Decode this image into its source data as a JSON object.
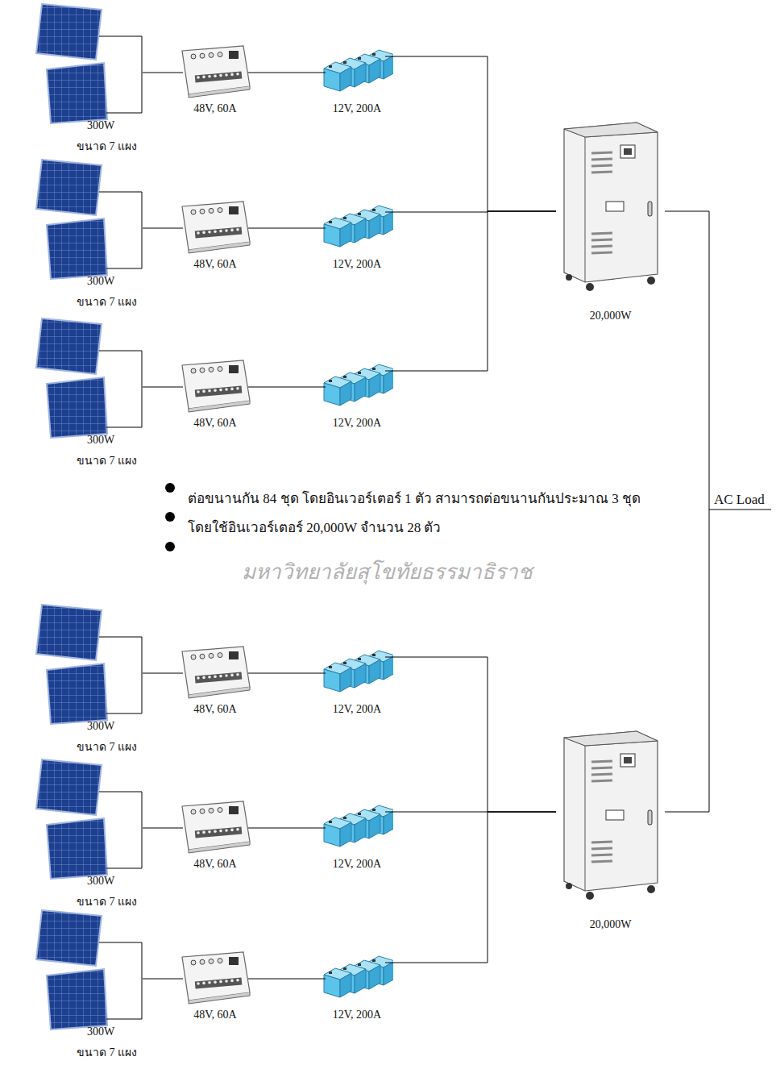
{
  "diagram": {
    "nodes": [
      {
        "text": [
          "300W",
          "ขนาด 7 แผง"
        ]
      },
      {
        "text": [
          "48V, 60A"
        ]
      },
      {
        "text": [
          "12V, 200A"
        ]
      },
      {
        "text": [
          "300W",
          "ขนาด 7 แผง"
        ]
      },
      {
        "text": [
          "48V, 60A"
        ]
      },
      {
        "text": [
          "12V, 200A"
        ]
      },
      {
        "text": [
          "300W",
          "ขนาด 7 แผง"
        ]
      },
      {
        "text": [
          "48V, 60A"
        ]
      },
      {
        "text": [
          "12V, 200A"
        ]
      },
      {
        "text": [
          "20,000W"
        ]
      },
      {
        "text": [
          "300W",
          "ขนาด 7 แผง"
        ]
      },
      {
        "text": [
          "48V, 60A"
        ]
      },
      {
        "text": [
          "12V, 200A"
        ]
      },
      {
        "text": [
          "300W",
          "ขนาด 7 แผง"
        ]
      },
      {
        "text": [
          "48V, 60A"
        ]
      },
      {
        "text": [
          "12V, 200A"
        ]
      },
      {
        "text": [
          "300W",
          "ขนาด 7 แผง"
        ]
      },
      {
        "text": [
          "48V, 60A"
        ]
      },
      {
        "text": [
          "12V, 200A"
        ]
      },
      {
        "text": [
          "20,000W"
        ]
      }
    ],
    "edges": [
      {
        "from": 0,
        "to": 1,
        "arrow": "none"
      },
      {
        "from": 1,
        "to": 2,
        "arrow": "none"
      },
      {
        "from": 2,
        "to": 9,
        "arrow": "none"
      },
      {
        "from": 3,
        "to": 4,
        "arrow": "none"
      },
      {
        "from": 4,
        "to": 5,
        "arrow": "none"
      },
      {
        "from": 5,
        "to": 9,
        "arrow": "none"
      },
      {
        "from": 6,
        "to": 7,
        "arrow": "none"
      },
      {
        "from": 7,
        "to": 8,
        "arrow": "none"
      },
      {
        "from": 8,
        "to": 9,
        "arrow": "none"
      },
      {
        "from": 10,
        "to": 11,
        "arrow": "none"
      },
      {
        "from": 11,
        "to": 12,
        "arrow": "none"
      },
      {
        "from": 12,
        "to": 19,
        "arrow": "none"
      },
      {
        "from": 13,
        "to": 14,
        "arrow": "none"
      },
      {
        "from": 14,
        "to": 15,
        "arrow": "none"
      },
      {
        "from": 15,
        "to": 19,
        "arrow": "none"
      },
      {
        "from": 16,
        "to": 17,
        "arrow": "none"
      },
      {
        "from": 17,
        "to": 18,
        "arrow": "none"
      },
      {
        "from": 18,
        "to": 19,
        "arrow": "none"
      },
      {
        "from": 9,
        "to": 19,
        "label": "AC Load",
        "arrow": "none"
      }
    ],
    "labels": [
      "ต่อขนานกัน 84 ชุด โดยอินเวอร์เตอร์ 1 ตัว สามารถต่อขนานกันประมาณ 3 ชุด",
      "โดยใช้อินเวอร์เตอร์ 20,000W จำนวน 28 ตัว",
      "มหาวิทยาลัยสุโขทัยธรรมาธิราช"
    ]
  }
}
